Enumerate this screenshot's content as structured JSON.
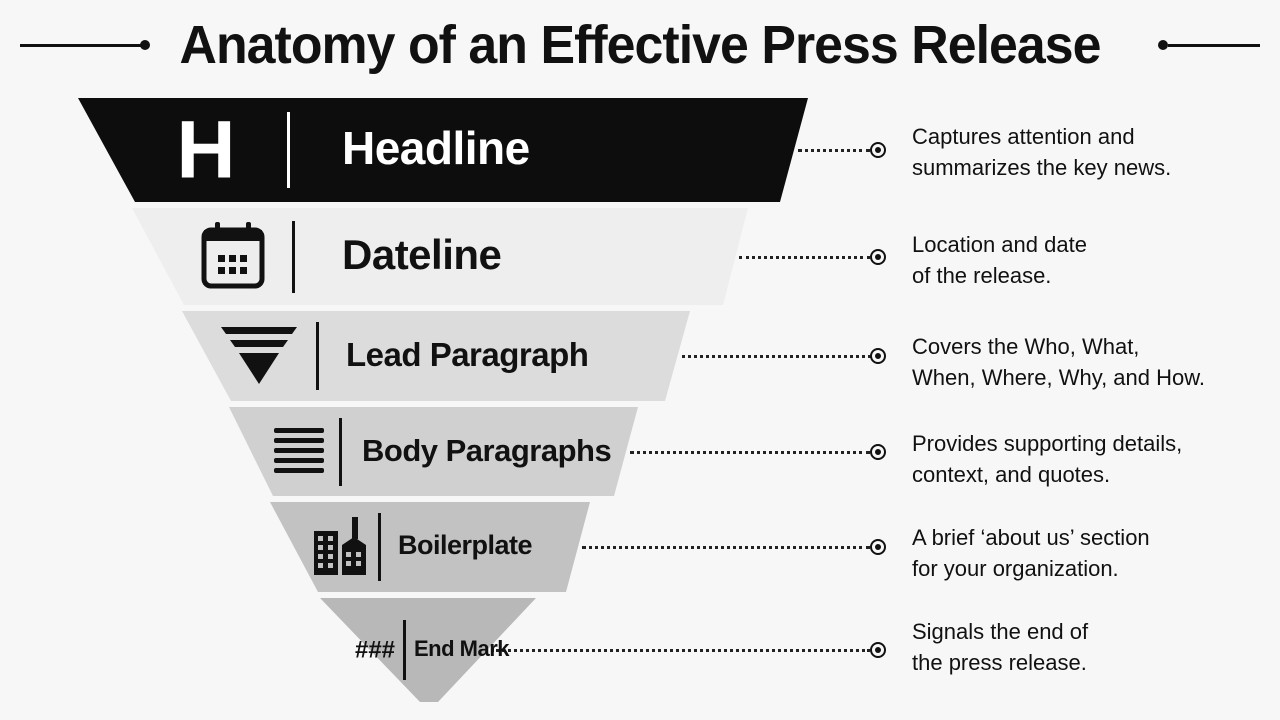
{
  "title": "Anatomy of an Effective Press Release",
  "tiers": [
    {
      "label": "Headline",
      "icon": "letter-h-icon",
      "icon_text": "H",
      "fill": "#0d0d0d",
      "text_color": "#ffffff",
      "description": [
        "Captures attention and",
        "summarizes the key news."
      ]
    },
    {
      "label": "Dateline",
      "icon": "calendar-icon",
      "fill": "#eeeeee",
      "text_color": "#111111",
      "description": [
        "Location and date",
        "of the release."
      ]
    },
    {
      "label": "Lead Paragraph",
      "icon": "inverted-pyramid-icon",
      "fill": "#dcdcdc",
      "text_color": "#111111",
      "description": [
        "Covers the Who, What,",
        "When, Where, Why, and How."
      ]
    },
    {
      "label": "Body Paragraphs",
      "icon": "text-lines-icon",
      "fill": "#d0d0d0",
      "text_color": "#111111",
      "description": [
        "Provides supporting details,",
        "context, and quotes."
      ]
    },
    {
      "label": "Boilerplate",
      "icon": "buildings-icon",
      "fill": "#c2c2c2",
      "text_color": "#111111",
      "description": [
        "A brief ‘about us’ section",
        "for your organization."
      ]
    },
    {
      "label": "End Mark",
      "icon": "hash-mark-icon",
      "icon_text": "###",
      "fill": "#b8b8b8",
      "text_color": "#111111",
      "description": [
        "Signals the end of",
        "the press release."
      ]
    }
  ]
}
